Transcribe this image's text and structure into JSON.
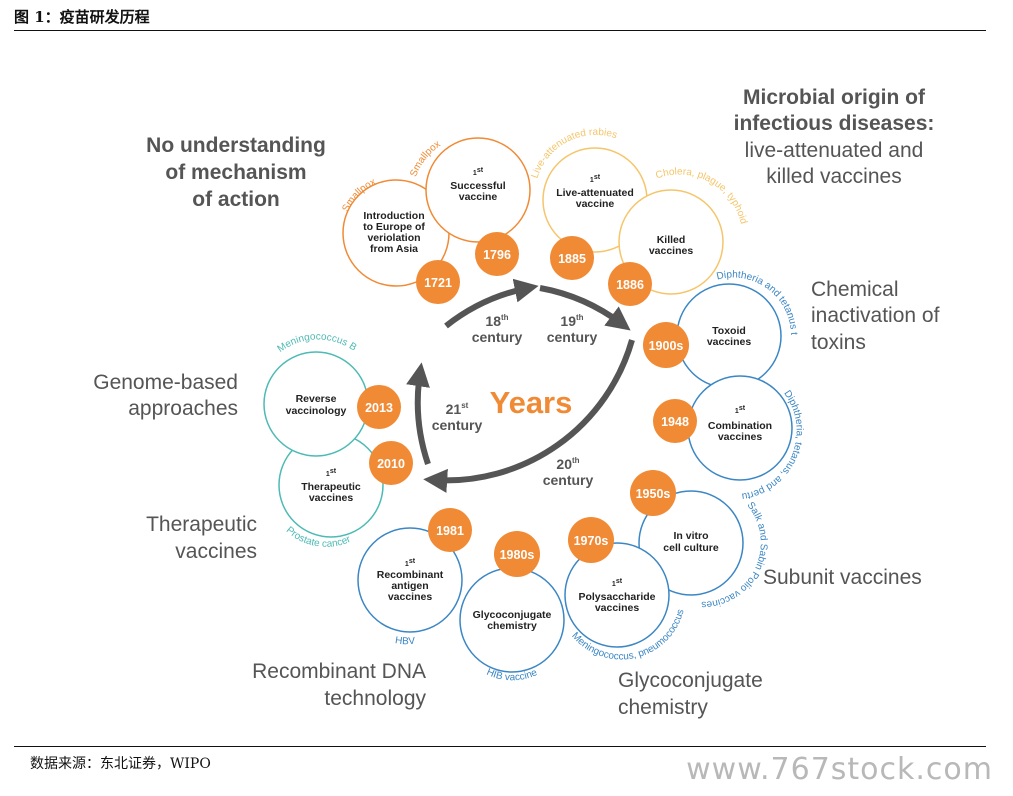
{
  "header": {
    "figure_title": "图 1：疫苗研发历程"
  },
  "footer": {
    "source": "数据来源：东北证券，WIPO",
    "watermark": "www.767stock.com"
  },
  "center": {
    "label": "Years"
  },
  "centuries": {
    "c18": {
      "num": "18",
      "sup": "th",
      "word": "century"
    },
    "c19": {
      "num": "19",
      "sup": "th",
      "word": "century"
    },
    "c20": {
      "num": "20",
      "sup": "th",
      "word": "century"
    },
    "c21": {
      "num": "21",
      "sup": "st",
      "word": "century"
    }
  },
  "categories": {
    "no_understanding": [
      "No understanding",
      "of mechanism",
      "of action"
    ],
    "microbial_bold": [
      "Microbial origin of",
      "infectious diseases:"
    ],
    "microbial_rest": [
      "live-attenuated and",
      "killed vaccines"
    ],
    "chemical": [
      "Chemical",
      "inactivation of",
      "toxins"
    ],
    "genome": [
      "Genome-based",
      "approaches"
    ],
    "therapeutic": [
      "Therapeutic",
      "vaccines"
    ],
    "subunit": [
      "Subunit vaccines"
    ],
    "recombinant": [
      "Recombinant DNA",
      "technology"
    ],
    "glycoconjugate": [
      "Glycoconjugate",
      "chemistry"
    ]
  },
  "milestones": {
    "m1721": {
      "year": "1721",
      "lines": [
        "Introduction",
        "to Europe of",
        "veriolation",
        "from Asia"
      ],
      "arc": "Smallpox"
    },
    "m1796": {
      "year": "1796",
      "sup": "st",
      "lines": [
        "1",
        "Successful",
        "vaccine"
      ],
      "arc": "Smallpox"
    },
    "m1885": {
      "year": "1885",
      "sup": "st",
      "lines": [
        "1",
        "Live-attenuated",
        "vaccine"
      ],
      "arc": "Live-attenuated rabies"
    },
    "m1886": {
      "year": "1886",
      "lines": [
        "Killed",
        "vaccines"
      ],
      "arc": "Cholera, plague, typhoid"
    },
    "m1900": {
      "year": "1900s",
      "lines": [
        "Toxoid",
        "vaccines"
      ],
      "arc": "Diphtheria and tetanus toxoids"
    },
    "m1948": {
      "year": "1948",
      "sup": "st",
      "lines": [
        "1",
        "Combination",
        "vaccines"
      ],
      "arc": "Diphtheria, tetanus, and pertussis"
    },
    "m1950": {
      "year": "1950s",
      "lines": [
        "In vitro",
        "cell culture"
      ],
      "arc": "Salk and Sabin Polio vaccines"
    },
    "m1970": {
      "year": "1970s",
      "sup": "st",
      "lines": [
        "1",
        "Polysaccharide",
        "vaccines"
      ],
      "arc": "Meningococcus, pneumococcus"
    },
    "m1980": {
      "year": "1980s",
      "lines": [
        "Glycoconjugate",
        "chemistry"
      ],
      "arc": "HIB vaccine"
    },
    "m1981": {
      "year": "1981",
      "sup": "st",
      "lines": [
        "1",
        "Recombinant",
        "antigen",
        "vaccines"
      ],
      "arc": "HBV"
    },
    "m2010": {
      "year": "2010",
      "sup": "st",
      "lines": [
        "1",
        "Therapeutic",
        "vaccines"
      ],
      "arc": "Prostate cancer"
    },
    "m2013": {
      "year": "2013",
      "lines": [
        "Reverse",
        "vaccinology"
      ],
      "arc": "Meningococcus B"
    }
  },
  "colors": {
    "orange": "#f08a35",
    "light_orange": "#f5c56a",
    "blue": "#3b86c4",
    "teal": "#4dbab4",
    "gray": "#555555"
  }
}
